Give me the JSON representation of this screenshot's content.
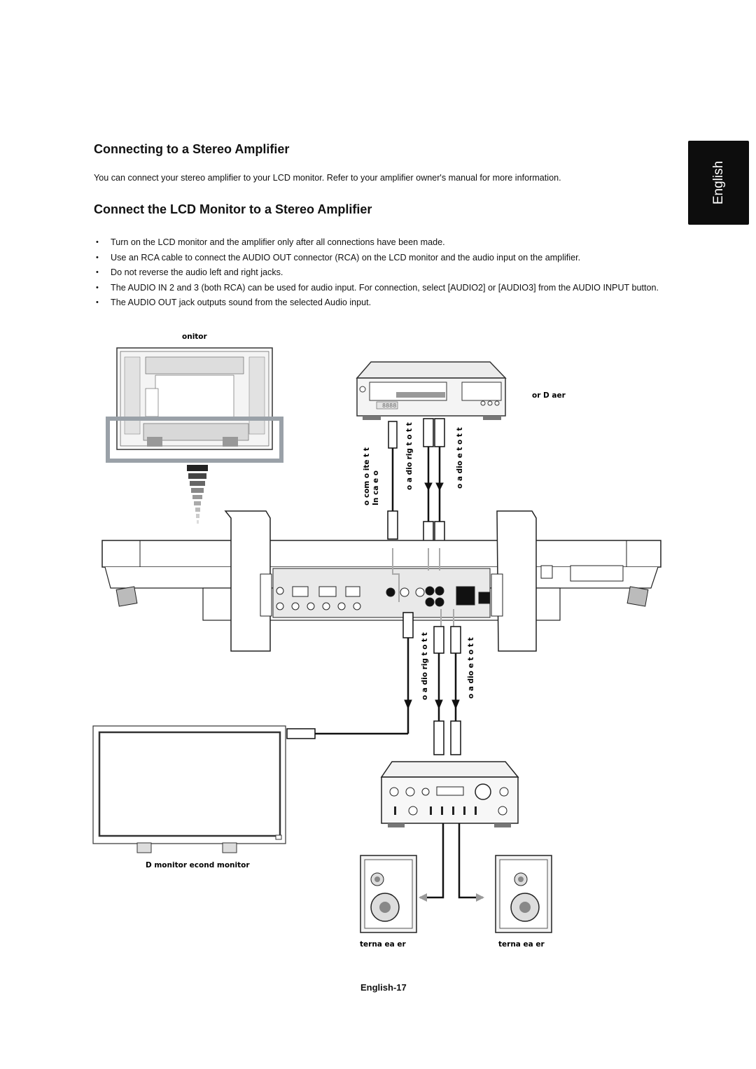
{
  "side_tab": {
    "label": "English"
  },
  "section1": {
    "title": "Connecting to a Stereo Amplifier",
    "body": "You can connect your stereo amplifier to your LCD monitor. Refer to your amplifier owner's manual for more information."
  },
  "section2": {
    "title": "Connect the LCD Monitor to a Stereo Amplifier",
    "bullets": [
      "Turn on the LCD monitor and the amplifier only after all connections have been made.",
      "Use an RCA cable to connect the AUDIO OUT connector (RCA) on the LCD monitor and the audio input on the amplifier.",
      "Do not reverse the audio left and right jacks.",
      "The AUDIO IN 2 and 3 (both RCA) can be used for audio input.  For connection, select [AUDIO2] or [AUDIO3] from the AUDIO INPUT button.",
      "The AUDIO OUT jack outputs sound from the selected Audio input."
    ]
  },
  "diagram": {
    "monitor_label": "onitor",
    "player_label": "or  D    aer",
    "composite_label_1": "o  com  o ite     t  t",
    "composite_label_2": "In  ca  e  o",
    "audio_right_top": "o  a dio rig t o t  t",
    "audio_left_top": "o  a dio  e t o t  t",
    "audio_right_bottom": "o  a dio rig t o t  t",
    "audio_left_bottom": "o  a dio  e t o t  t",
    "second_monitor_label": "D monitor    econd monitor",
    "speaker_left_label": "terna      ea  er",
    "speaker_right_label": "terna      ea  er",
    "vcr_display": "8888"
  },
  "footer": {
    "page": "English-17"
  }
}
